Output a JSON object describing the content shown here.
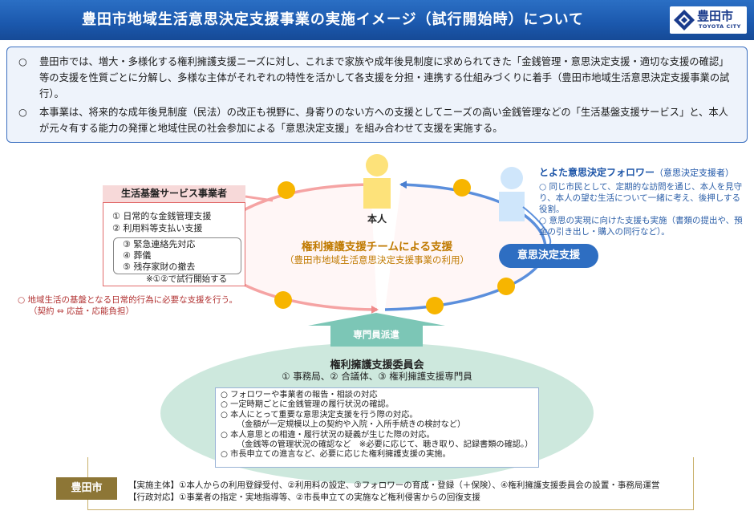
{
  "header": {
    "title": "豊田市地域生活意思決定支援事業の実施イメージ（試行開始時）について",
    "logo_name": "豊田市",
    "logo_sub": "TOYOTA CITY"
  },
  "intro": {
    "bullet": "○",
    "paragraphs": [
      "豊田市では、増大・多様化する権利擁護支援ニーズに対し、これまで家族や成年後見制度に求められてきた「金銭管理・意思決定支援・適切な支援の確認」等の支援を性質ごとに分解し、多様な主体がそれぞれの特性を活かして各支援を分担・連携する仕組みづくりに着手（豊田市地域生活意思決定支援事業の試行）。",
      "本事業は、将来的な成年後見制度（民法）の改正も視野に、身寄りのない方への支援としてニーズの高い金銭管理などの「生活基盤支援サービス」と、本人が元々有する能力の発揮と地域住民の社会参加による「意思決定支援」を組み合わせて支援を実施する。"
    ]
  },
  "service": {
    "title": "生活基盤サービス事業者",
    "items": [
      "① 日常的な金銭管理支援",
      "② 利用料等支払い支援",
      "③ 緊急連絡先対応",
      "④ 葬儀",
      "⑤ 残存家財の撤去"
    ],
    "trial_note": "※①②で試行開始する",
    "note_lines": [
      "○ 地域生活の基盤となる日常的行為に必要な支援を行う。",
      "（契約 ⇔ 応益・応能負担）"
    ]
  },
  "center": {
    "person_label": "本人",
    "team_label": "権利擁護支援チームによる支援",
    "team_sub": "（豊田市地域生活意思決定支援事業の利用）"
  },
  "follower": {
    "title": "とよた意思決定フォロワー",
    "role": "（意思決定支援者）",
    "items": [
      "○ 同じ市民として、定期的な訪問を通じ、本人を見守り、本人の望む生活について一緒に考え、後押しする役割。",
      "○ 意思の実現に向けた支援も実施（書類の提出や、預金の引き出し・購入の同行など）。"
    ]
  },
  "decision_pill": "意思決定支援",
  "dispatch": "専門員派遣",
  "committee": {
    "title": "権利擁護支援委員会",
    "members": "① 事務局、② 合議体、③ 権利擁護支援専門員",
    "duties": [
      "○ フォロワーや事業者の報告・相談の対応",
      "○ 一定時期ごとに金銭管理の履行状況の確認。",
      "○ 本人にとって重要な意思決定支援を行う際の対応。",
      "（金額が一定規模以上の契約や入院・入所手続きの検討など）",
      "○ 本人意思との相違・履行状況の疑義が生じた際の対応。",
      "（金銭等の管理状況の確認など　※必要に応じて、聴き取り、記録書類の確認。）",
      "○ 市長申立ての進言など、必要に応じた権利擁護支援の実施。"
    ]
  },
  "city": {
    "label": "豊田市",
    "lines": [
      "【実施主体】①本人からの利用登録受付、②利用料の設定、③フォロワーの育成・登録（＋保険）、④権利擁護支援委員会の設置・事務局運営",
      "【行政対応】①事業者の指定・実地指導等、②市長申立ての実施など権利侵害からの回復支援"
    ]
  },
  "colors": {
    "header_blue": "#1b58ad",
    "person_yellow": "#fde27a",
    "follower_blue": "#cfe6fb",
    "dot_orange": "#f7b500",
    "service_red": "#e26b6b",
    "committee_green": "#cde8dd",
    "arrow_teal": "#7cc6b6",
    "city_brown": "#8d7636"
  }
}
